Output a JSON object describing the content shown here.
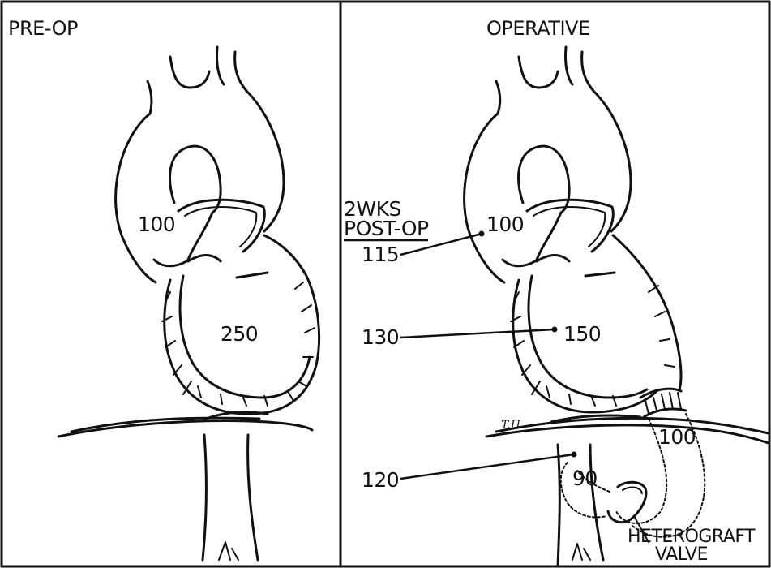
{
  "panels": {
    "left": {
      "title": "PRE-OP"
    },
    "right": {
      "title": "OPERATIVE"
    }
  },
  "left_labels": {
    "aorta_pressure": "100",
    "ventricle_pressure": "250"
  },
  "right_labels": {
    "aorta_pressure": "100",
    "ventricle_pressure": "150",
    "conduit_proximal_pressure": "100",
    "conduit_distal_pressure": "90"
  },
  "postop": {
    "header_line1": "2WKS",
    "header_line2": "POST-OP",
    "aorta_pressure": "115",
    "ventricle_pressure": "130",
    "distal_pressure": "120"
  },
  "valve_label": {
    "line1": "HETEROGRAFT",
    "line2": "VALVE"
  },
  "artist_initials": "T.H."
}
